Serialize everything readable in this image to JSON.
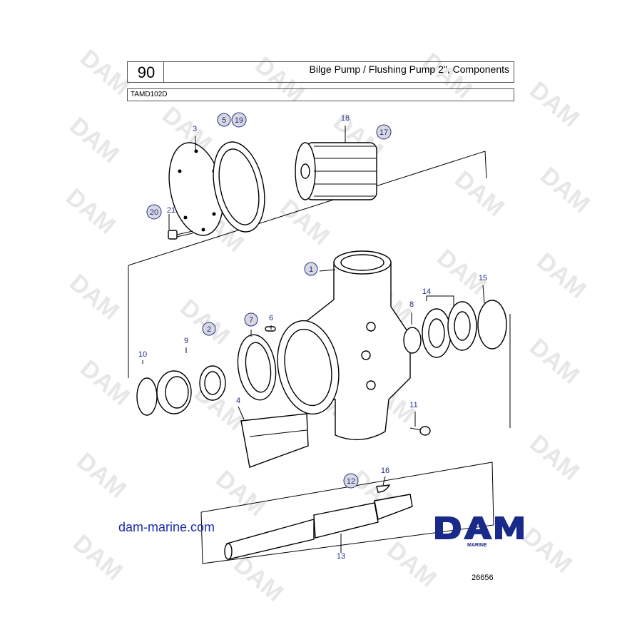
{
  "header": {
    "section_number": "90",
    "title": "Bilge Pump / Flushing Pump 2\", Components",
    "model": "TAMD102D"
  },
  "callouts": [
    {
      "id": "1",
      "text": "1",
      "circled": true
    },
    {
      "id": "2",
      "text": "2",
      "circled": true
    },
    {
      "id": "3",
      "text": "3",
      "circled": false
    },
    {
      "id": "4",
      "text": "4",
      "circled": false
    },
    {
      "id": "5",
      "text": "5",
      "circled": true
    },
    {
      "id": "6",
      "text": "6",
      "circled": false
    },
    {
      "id": "7",
      "text": "7",
      "circled": true
    },
    {
      "id": "8",
      "text": "8",
      "circled": false
    },
    {
      "id": "9",
      "text": "9",
      "circled": false
    },
    {
      "id": "10",
      "text": "10",
      "circled": false
    },
    {
      "id": "11",
      "text": "11",
      "circled": false
    },
    {
      "id": "12",
      "text": "12",
      "circled": true
    },
    {
      "id": "13",
      "text": "13",
      "circled": false
    },
    {
      "id": "14",
      "text": "14",
      "circled": false
    },
    {
      "id": "15",
      "text": "15",
      "circled": false
    },
    {
      "id": "16",
      "text": "16",
      "circled": false
    },
    {
      "id": "17",
      "text": "17",
      "circled": true
    },
    {
      "id": "18",
      "text": "18",
      "circled": false
    },
    {
      "id": "19",
      "text": "19",
      "circled": true
    },
    {
      "id": "20",
      "text": "20",
      "circled": true
    },
    {
      "id": "21",
      "text": "21",
      "circled": false
    }
  ],
  "footer": {
    "website": "dam-marine.com",
    "logo_text": "DAM",
    "logo_subtext": "MARINE",
    "figure_id": "26656"
  },
  "watermark": {
    "text": "DAM",
    "color": "#d4d4d4"
  },
  "colors": {
    "callout": "#1f2d8c",
    "logo": "#1a2a8a",
    "website": "#1a2aa8"
  }
}
